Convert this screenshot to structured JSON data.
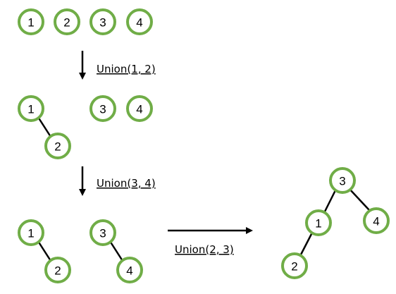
{
  "nodes": {
    "n1": "1",
    "n2": "2",
    "n3": "3",
    "n4": "4"
  },
  "operations": {
    "union_1_2": "Union(1, 2)",
    "union_3_4": "Union(3, 4)",
    "union_2_3": "Union(2, 3)"
  },
  "colors": {
    "node_stroke": "#70ad47",
    "edge": "#000000",
    "background": "#ffffff"
  }
}
